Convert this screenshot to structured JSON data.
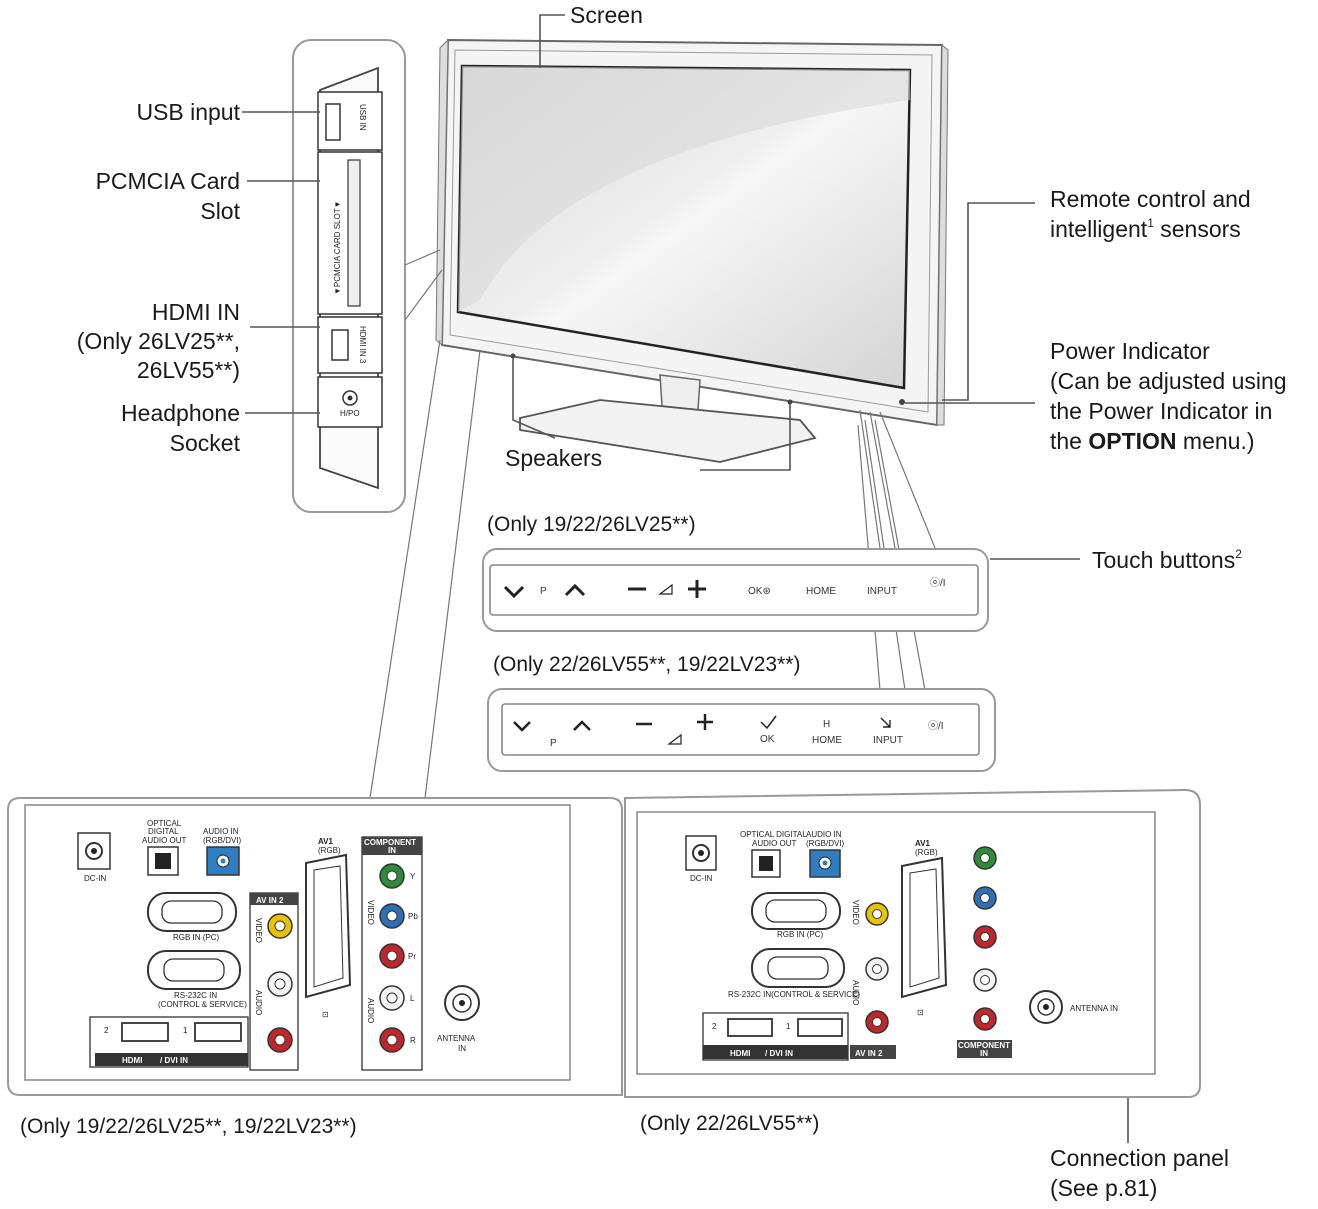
{
  "labels": {
    "screen": "Screen",
    "usb_input": "USB input",
    "pcmcia_line1": "PCMCIA Card",
    "pcmcia_line2": "Slot",
    "hdmi_line1": "HDMI IN",
    "hdmi_line2": "(Only 26LV25**,",
    "hdmi_line3": "26LV55**)",
    "headphone_line1": "Headphone",
    "headphone_line2": "Socket",
    "speakers": "Speakers",
    "remote_line1": "Remote control and",
    "remote_line2_a": "intelligent",
    "remote_line2_sup": "1",
    "remote_line2_b": " sensors",
    "power_line1": "Power Indicator",
    "power_line2": "(Can be adjusted using",
    "power_line3": "the Power Indicator in",
    "power_line4_a": "the ",
    "power_line4_bold": "OPTION",
    "power_line4_b": " menu.)",
    "touch_a": "Touch buttons",
    "touch_sup": "2",
    "connection_line1": "Connection panel",
    "connection_line2": "(See p.81)"
  },
  "captions": {
    "touch_top": "(Only 19/22/26LV25**)",
    "touch_bottom": "(Only 22/26LV55**, 19/22LV23**)",
    "panel_left": "(Only 19/22/26LV25**, 19/22LV23**)",
    "panel_right": "(Only 22/26LV55**)"
  },
  "side_panel": {
    "usb": "USB IN",
    "pcmcia": "▼PCMCIA CARD SLOT▼",
    "hdmi": "HDMI IN 3",
    "headphone": "H/PO"
  },
  "touch_top_buttons": {
    "p": "P",
    "ok": "OK⊛",
    "home": "HOME",
    "input": "INPUT",
    "power": "ⓞ/I"
  },
  "touch_bottom_buttons": {
    "p": "P",
    "ok": "OK",
    "home": "HOME",
    "h": "H",
    "input": "INPUT",
    "power": "ⓞ/I"
  },
  "connection_left": {
    "dc_in": "DC-IN",
    "optical_1": "OPTICAL",
    "optical_2": "DIGITAL",
    "optical_3": "AUDIO OUT",
    "audio_in_1": "AUDIO IN",
    "audio_in_2": "(RGB/DVI)",
    "av1": "AV1",
    "rgb": "(RGB)",
    "component_1": "COMPONENT",
    "component_2": "IN",
    "av_in_2": "AV IN 2",
    "rgb_in_pc": "RGB IN (PC)",
    "rs232_1": "RS-232C IN",
    "rs232_2": "(CONTROL & SERVICE)",
    "hdmi_logo": "HDMI",
    "dvi_in": "/ DVI IN",
    "hdmi_2": "2",
    "hdmi_1": "1",
    "antenna_1": "ANTENNA",
    "antenna_2": "IN",
    "video": "VIDEO",
    "audio": "AUDIO",
    "y": "Y",
    "pb": "Pb",
    "pr": "Pr",
    "l": "L",
    "r": "R"
  },
  "connection_right": {
    "dc_in": "DC-IN",
    "optical": "OPTICAL DIGITAL",
    "optical_2": "AUDIO OUT",
    "audio_in_1": "AUDIO IN",
    "audio_in_2": "(RGB/DVI)",
    "av1": "AV1",
    "rgb": "(RGB)",
    "rgb_in_pc": "RGB IN (PC)",
    "rs232": "RS-232C IN(CONTROL & SERVICE)",
    "hdmi_logo": "HDMI",
    "dvi_in": "/ DVI IN",
    "hdmi_2": "2",
    "hdmi_1": "1",
    "av_in_2": "AV IN 2",
    "component_1": "COMPONENT",
    "component_2": "IN",
    "antenna": "ANTENNA IN",
    "video": "VIDEO",
    "audio": "AUDIO"
  },
  "colors": {
    "jack_green": "#2e8b3a",
    "jack_blue": "#2f6fb5",
    "jack_red": "#c0262b",
    "jack_yellow": "#e8c400",
    "jack_white": "#f4f4f4",
    "audio_in_blue": "#2f7ec4",
    "line_gray": "#555555",
    "panel_border": "#999999"
  }
}
